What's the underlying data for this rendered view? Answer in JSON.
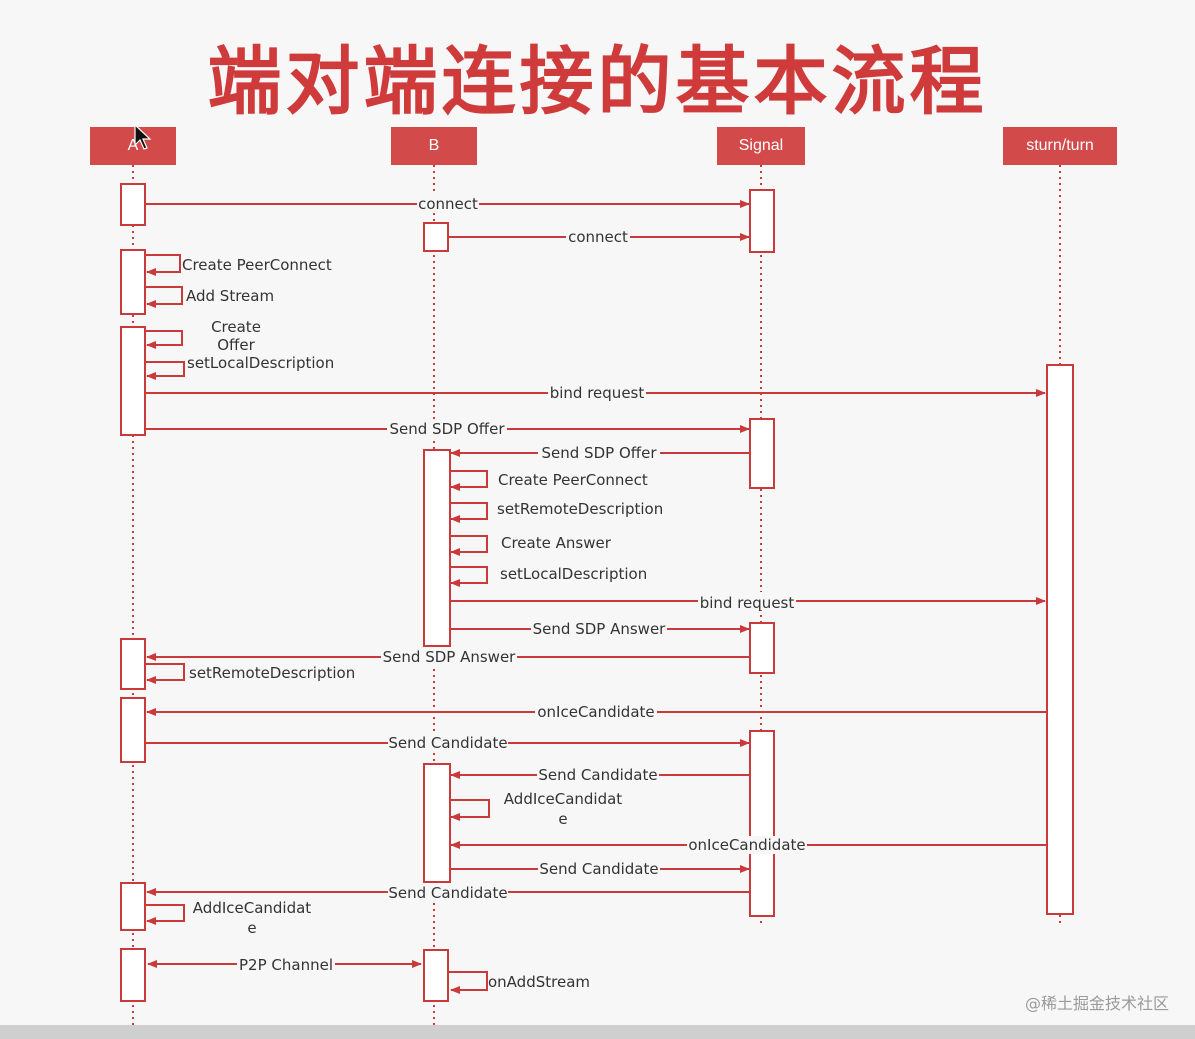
{
  "title": "端对端连接的基本流程",
  "colors": {
    "accent": "#d24a4a",
    "line": "#c93a3a",
    "title": "#cf3b3b"
  },
  "lanes": {
    "a": "A",
    "b": "B",
    "signal": "Signal",
    "stun": "sturn/turn"
  },
  "messages": [
    {
      "id": "m1",
      "text": "connect"
    },
    {
      "id": "m2",
      "text": "connect"
    },
    {
      "id": "m3",
      "text": "Create PeerConnect"
    },
    {
      "id": "m4",
      "text": "Add Stream"
    },
    {
      "id": "m5a",
      "text": "Create"
    },
    {
      "id": "m5b",
      "text": "Offer"
    },
    {
      "id": "m6",
      "text": "setLocalDescription"
    },
    {
      "id": "m7",
      "text": "bind request"
    },
    {
      "id": "m8",
      "text": "Send SDP Offer"
    },
    {
      "id": "m9",
      "text": "Send SDP Offer"
    },
    {
      "id": "m10",
      "text": "Create PeerConnect"
    },
    {
      "id": "m11",
      "text": "setRemoteDescription"
    },
    {
      "id": "m12",
      "text": "Create Answer"
    },
    {
      "id": "m13",
      "text": "setLocalDescription"
    },
    {
      "id": "m14",
      "text": "bind request"
    },
    {
      "id": "m15",
      "text": "Send SDP Answer"
    },
    {
      "id": "m16",
      "text": "Send SDP Answer"
    },
    {
      "id": "m17",
      "text": "setRemoteDescription"
    },
    {
      "id": "m18",
      "text": "onIceCandidate"
    },
    {
      "id": "m19",
      "text": "Send Candidate"
    },
    {
      "id": "m20",
      "text": "Send Candidate"
    },
    {
      "id": "m21a",
      "text": "AddIceCandidat"
    },
    {
      "id": "m21b",
      "text": "e"
    },
    {
      "id": "m22",
      "text": "onIceCandidate"
    },
    {
      "id": "m23",
      "text": "Send Candidate"
    },
    {
      "id": "m24",
      "text": "Send Candidate"
    },
    {
      "id": "m25a",
      "text": "AddIceCandidat"
    },
    {
      "id": "m25b",
      "text": "e"
    },
    {
      "id": "m26",
      "text": "P2P Channel"
    },
    {
      "id": "m27",
      "text": "onAddStream"
    }
  ],
  "watermark": "@稀土掘金技术社区",
  "cursor_icon": "mouse-pointer-icon"
}
